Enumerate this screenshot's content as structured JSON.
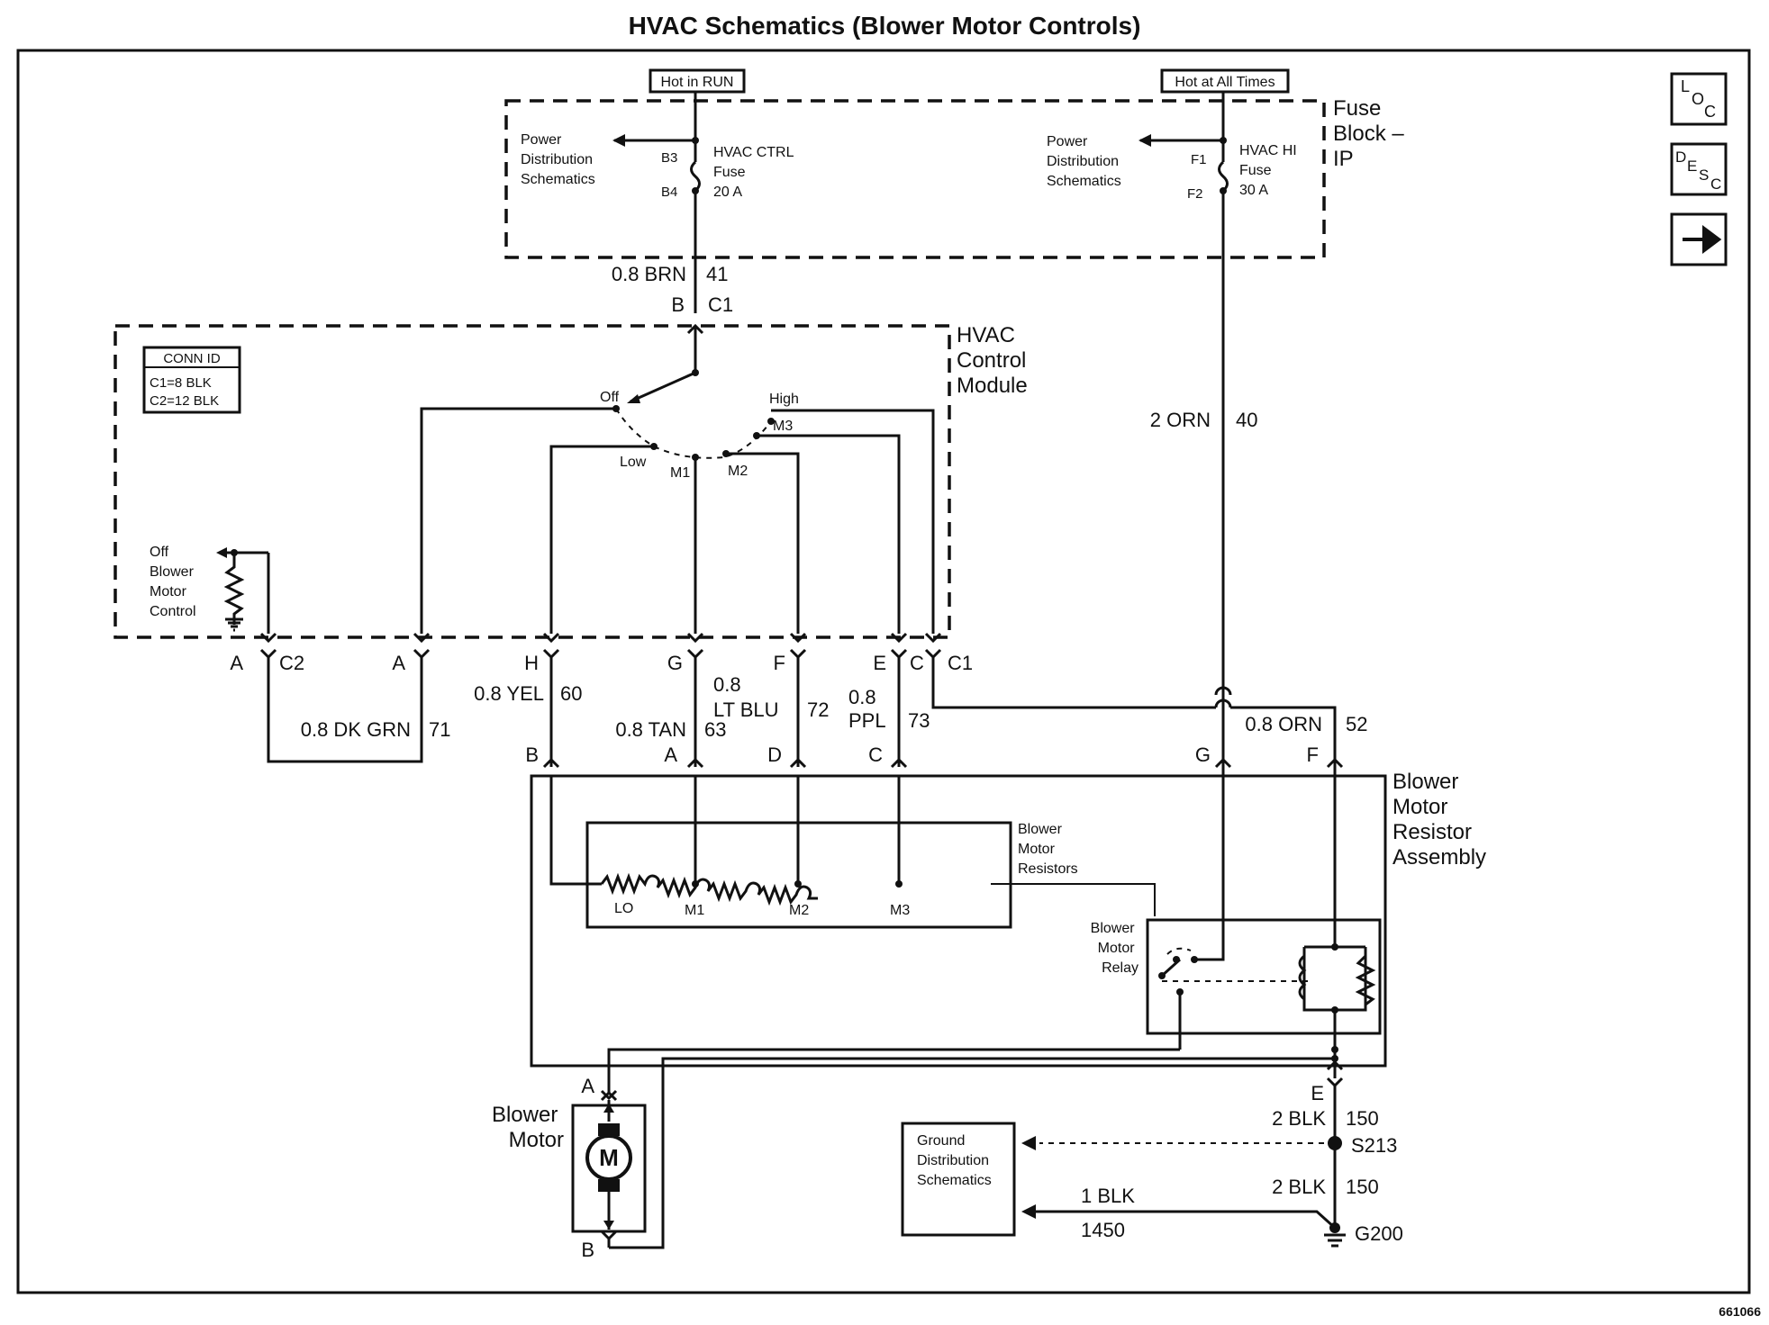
{
  "title": "HVAC Schematics (Blower Motor Controls)",
  "figure_id": "661066",
  "nav": {
    "loc": [
      "L",
      "O",
      "C"
    ],
    "desc": [
      "D",
      "E",
      "S",
      "C"
    ],
    "next": "➔"
  },
  "power": {
    "hot_in_run": "Hot in RUN",
    "hot_at_all_times": "Hot at All Times",
    "fuse_block": [
      "Fuse",
      "Block –",
      "IP"
    ],
    "pds_left": [
      "Power",
      "Distribution",
      "Schematics"
    ],
    "pds_right": [
      "Power",
      "Distribution",
      "Schematics"
    ],
    "fuse1": {
      "in": "B3",
      "out": "B4",
      "name": [
        "HVAC CTRL",
        "Fuse",
        "20 A"
      ]
    },
    "fuse2": {
      "in": "F1",
      "out": "F2",
      "name": [
        "HVAC HI",
        "Fuse",
        "30 A"
      ]
    }
  },
  "module": {
    "label": [
      "HVAC",
      "Control",
      "Module"
    ],
    "conn_id": {
      "title": "CONN ID",
      "c1": "C1=8 BLK",
      "c2": "C2=12 BLK"
    },
    "switch": {
      "off": "Off",
      "low": "Low",
      "m1": "M1",
      "m2": "M2",
      "m3": "M3",
      "high": "High"
    },
    "off_control": [
      "Off",
      "Blower",
      "Motor",
      "Control"
    ]
  },
  "wires": {
    "brn": {
      "gauge_color": "0.8 BRN",
      "circuit": "41",
      "pin": "B",
      "conn": "C1"
    },
    "orn_2": {
      "gauge_color": "2 ORN",
      "circuit": "40"
    },
    "dkgrn": {
      "gauge_color": "0.8 DK GRN",
      "circuit": "71"
    },
    "yel": {
      "gauge_color": "0.8 YEL",
      "circuit": "60"
    },
    "tan": {
      "gauge_color": "0.8 TAN",
      "circuit": "63"
    },
    "ltblu": {
      "line1": "0.8",
      "line2": "LT BLU",
      "circuit": "72"
    },
    "ppl": {
      "line1": "0.8",
      "line2": "PPL",
      "circuit": "73"
    },
    "orn_08": {
      "gauge_color": "0.8 ORN",
      "circuit": "52"
    },
    "blk_2a": {
      "gauge_color": "2 BLK",
      "circuit": "150"
    },
    "blk_2b": {
      "gauge_color": "2 BLK",
      "circuit": "150"
    },
    "blk_1": {
      "gauge_color": "1 BLK",
      "circuit": "1450"
    }
  },
  "c2_pins": {
    "a1": "A",
    "c2": "C2",
    "a2": "A"
  },
  "c1_pins": {
    "h": "H",
    "g": "G",
    "f": "F",
    "e": "E",
    "c": "C",
    "c1": "C1"
  },
  "resistor_pins": {
    "b": "B",
    "a": "A",
    "d": "D",
    "c": "C",
    "g": "G",
    "f": "F",
    "e": "E"
  },
  "resistor_assembly": {
    "label": [
      "Blower",
      "Motor",
      "Resistor",
      "Assembly"
    ],
    "resistors_label": [
      "Blower",
      "Motor",
      "Resistors"
    ],
    "taps": [
      "LO",
      "M1",
      "M2",
      "M3"
    ],
    "relay_label": [
      "Blower",
      "Motor",
      "Relay"
    ]
  },
  "motor": {
    "label": [
      "Blower",
      "Motor"
    ],
    "symbol": "M",
    "pin_a": "A",
    "pin_b": "B"
  },
  "ground": {
    "gds": [
      "Ground",
      "Distribution",
      "Schematics"
    ],
    "splice": "S213",
    "ground": "G200"
  }
}
